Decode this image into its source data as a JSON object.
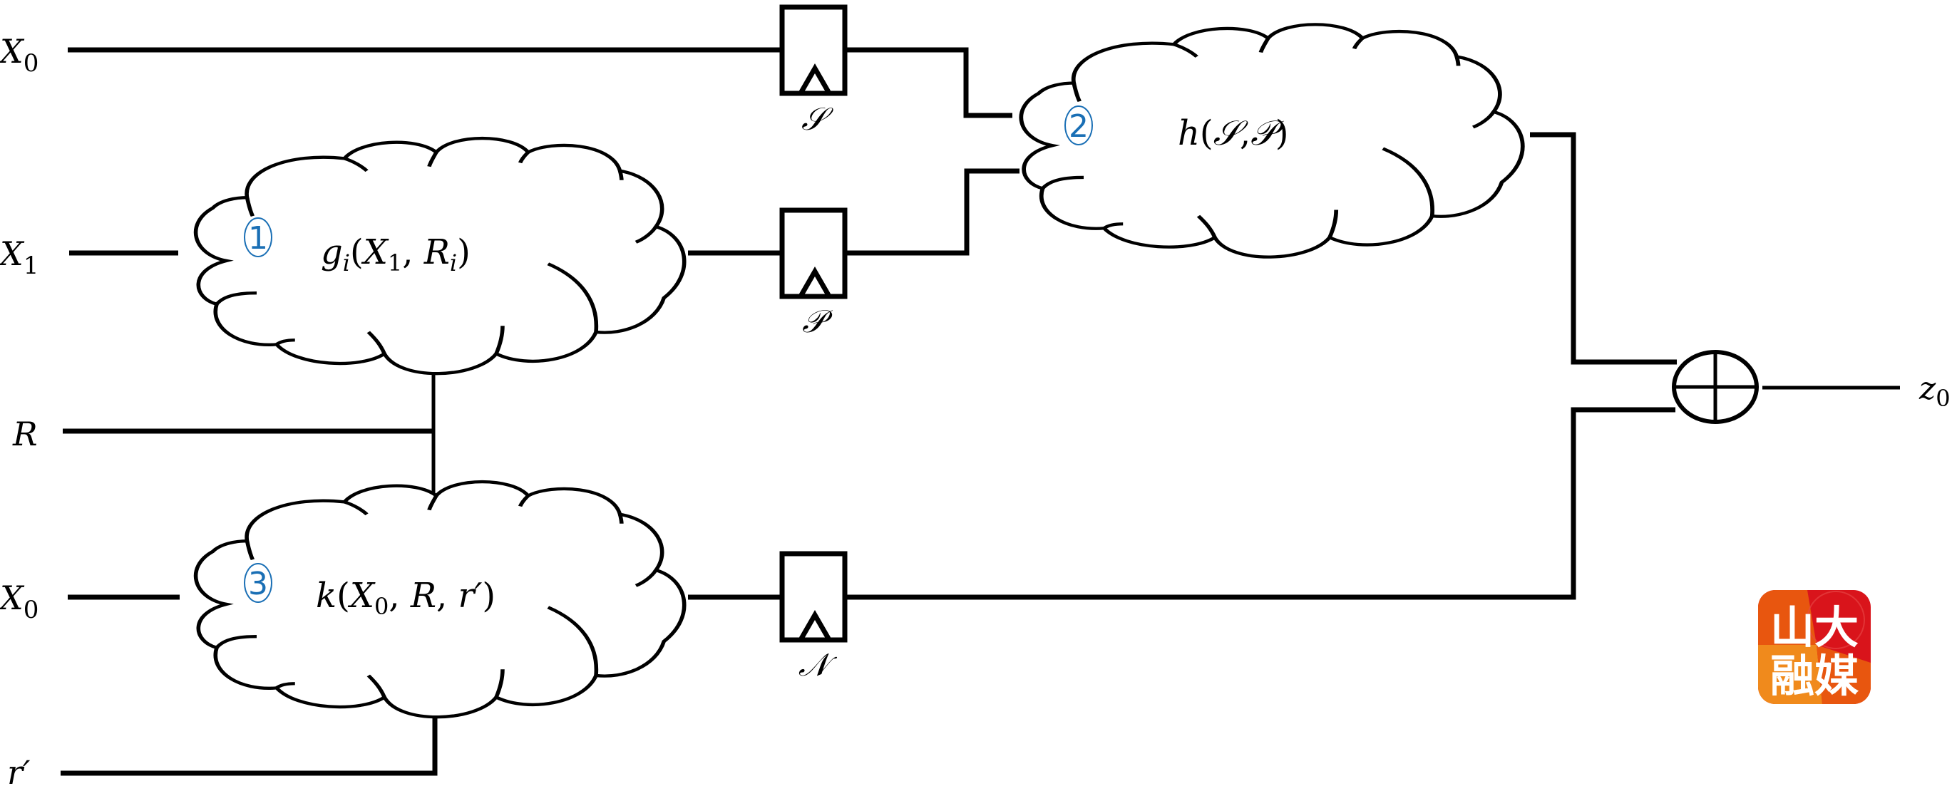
{
  "diagram": {
    "type": "circuit-block-diagram",
    "inputs": [
      {
        "id": "x0_top",
        "label": "X",
        "subscript": "0"
      },
      {
        "id": "x1",
        "label": "X",
        "subscript": "1"
      },
      {
        "id": "r",
        "label": "R",
        "subscript": ""
      },
      {
        "id": "x0_bottom",
        "label": "X",
        "subscript": "0"
      },
      {
        "id": "r_prime",
        "label": "r′",
        "subscript": ""
      }
    ],
    "blocks": [
      {
        "id": "g",
        "step": "①",
        "func_name": "g",
        "func_sub": "i",
        "args_open": "(",
        "arg1": "X",
        "arg1_sub": "1",
        "sep": ", ",
        "arg2": "R",
        "arg2_sub": "i",
        "args_close": ")"
      },
      {
        "id": "h",
        "step": "②",
        "func_name": "h",
        "args_open": "(",
        "arg1": "𝒮",
        "sep": ",",
        "arg2": "𝒫",
        "args_close": ")"
      },
      {
        "id": "k",
        "step": "③",
        "func_name": "k",
        "args_open": "(",
        "arg1": "X",
        "arg1_sub": "0",
        "sep1": ", ",
        "arg2": "R",
        "sep2": ", ",
        "arg3": "r′",
        "args_close": ")"
      }
    ],
    "registers": [
      {
        "id": "reg_s",
        "label": "𝒮"
      },
      {
        "id": "reg_p",
        "label": "𝒫"
      },
      {
        "id": "reg_n",
        "label": "𝒩"
      }
    ],
    "xor": {
      "symbol": "xor-icon"
    },
    "output": {
      "label": "z",
      "subscript": "0"
    },
    "colors": {
      "wire": "#000000",
      "step_marker": "#1a6fb5"
    }
  },
  "watermark": {
    "line1": "山大",
    "line2": "融媒",
    "colors": {
      "orange": "#f08a1c",
      "red": "#d9141b",
      "dark_orange": "#e8560f"
    }
  }
}
